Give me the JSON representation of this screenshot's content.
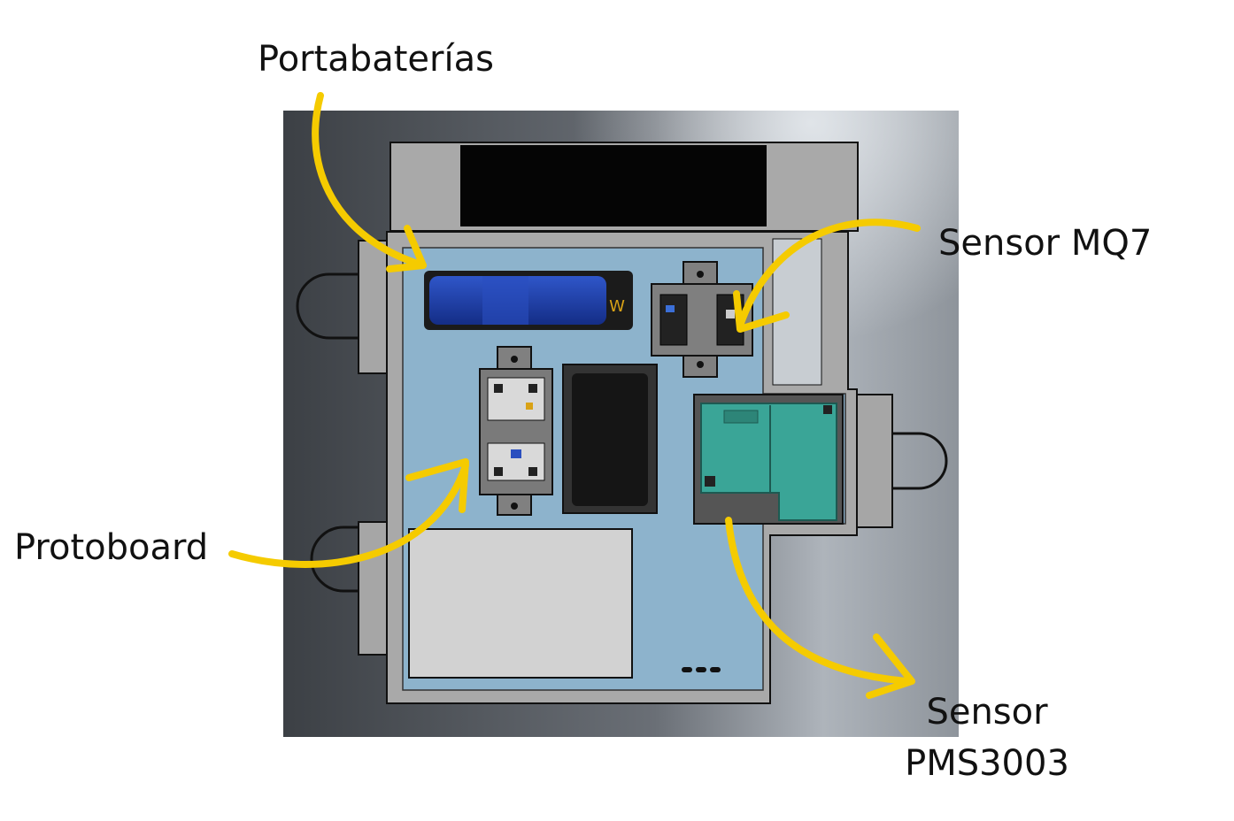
{
  "labels": {
    "battery_holder": "Portabaterías",
    "mq7_sensor": "Sensor MQ7",
    "protoboard": "Protoboard",
    "pms_sensor_line1": "Sensor",
    "pms_sensor_line2": "PMS3003"
  },
  "battery_marking": "W",
  "colors": {
    "arrow": "#F5CB00",
    "board": "#8DB3CC",
    "enclosure": "#A9A9A9",
    "battery": "#1E3FA8",
    "pms_sensor": "#3AA597",
    "background_top": "#3E4247"
  }
}
